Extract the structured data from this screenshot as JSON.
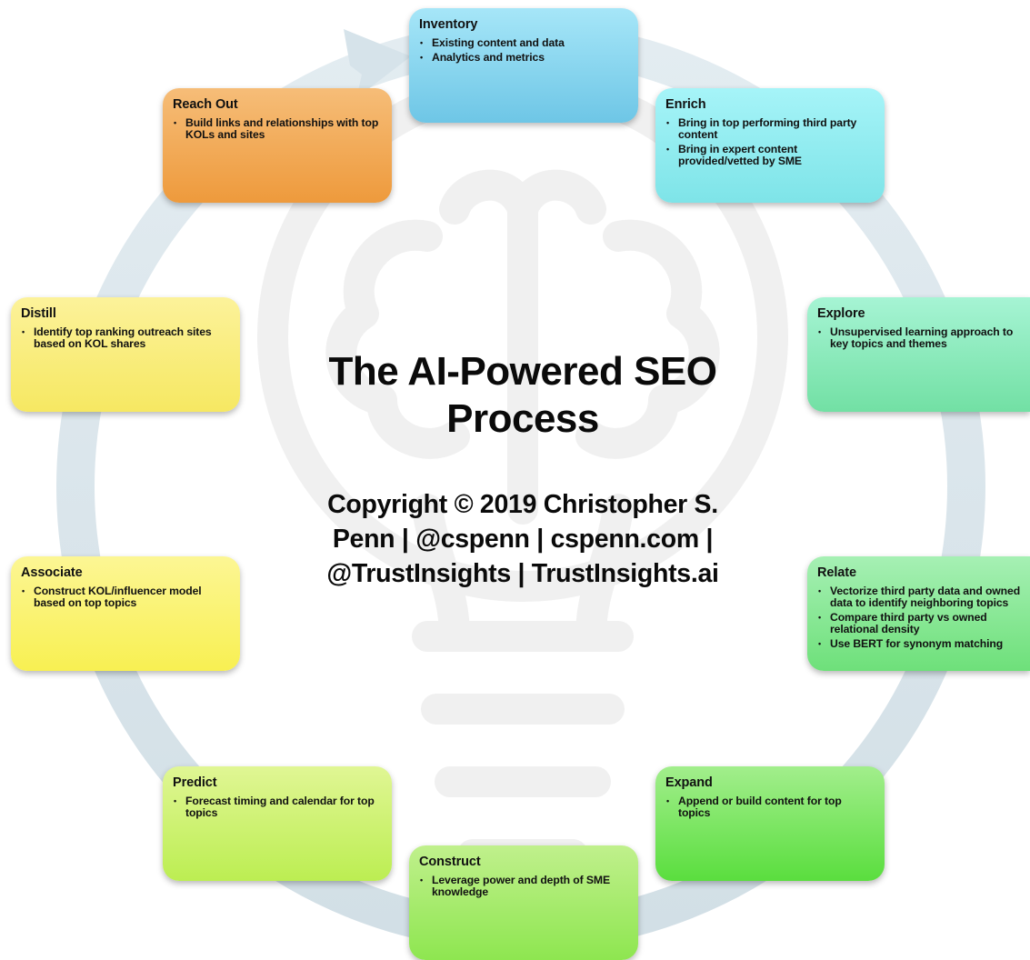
{
  "title": "The AI-Powered SEO Process",
  "copyright": "Copyright © 2019 Christopher S. Penn | @cspenn | cspenn.com | @TrustInsights | TrustInsights.ai",
  "colors": {
    "ring": "#dbe6ec",
    "watermark": "#efefef",
    "inventory": "#7fd3f0",
    "enrich": "#8feaf0",
    "explore": "#8ee6b8",
    "relate": "#86e68e",
    "expand": "#72e25a",
    "construct": "#a6ec66",
    "predict": "#cdf06a",
    "associate": "#fbf47a",
    "distill": "#fbf07c",
    "reach_out": "#f2a14a"
  },
  "steps": [
    {
      "key": "inventory",
      "title": "Inventory",
      "bullets": [
        "Existing content and data",
        "Analytics and metrics"
      ]
    },
    {
      "key": "enrich",
      "title": "Enrich",
      "bullets": [
        "Bring in top performing third party content",
        "Bring in expert content provided/vetted by SME"
      ]
    },
    {
      "key": "explore",
      "title": "Explore",
      "bullets": [
        "Unsupervised learning approach to key topics and themes"
      ]
    },
    {
      "key": "relate",
      "title": "Relate",
      "bullets": [
        "Vectorize third party data and owned data to identify neighboring topics",
        "Compare third party vs owned relational density",
        "Use BERT for synonym matching"
      ]
    },
    {
      "key": "expand",
      "title": "Expand",
      "bullets": [
        "Append or build content for top topics"
      ]
    },
    {
      "key": "construct",
      "title": "Construct",
      "bullets": [
        "Leverage power and depth of SME knowledge"
      ]
    },
    {
      "key": "predict",
      "title": "Predict",
      "bullets": [
        "Forecast timing and calendar for top topics"
      ]
    },
    {
      "key": "associate",
      "title": "Associate",
      "bullets": [
        "Construct KOL/influencer model based on top topics"
      ]
    },
    {
      "key": "distill",
      "title": "Distill",
      "bullets": [
        "Identify top ranking outreach sites based on KOL shares"
      ]
    },
    {
      "key": "reach_out",
      "title": "Reach Out",
      "bullets": [
        "Build links and relationships with top KOLs and sites"
      ]
    }
  ]
}
